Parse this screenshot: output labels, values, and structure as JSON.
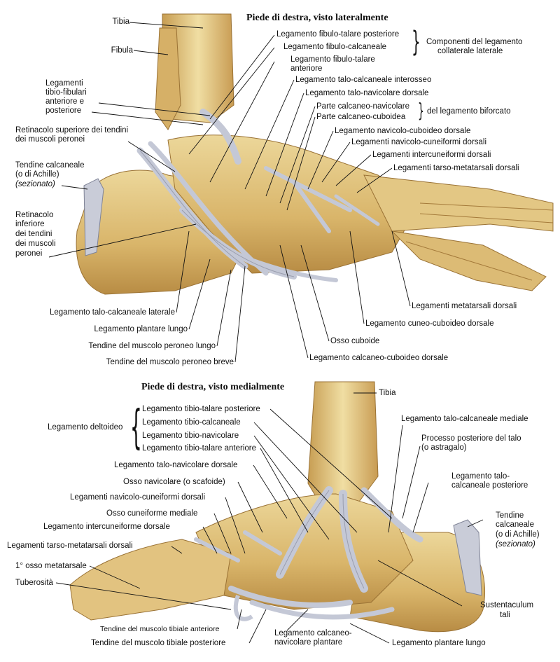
{
  "lateral": {
    "title": "Piede di destra, visto lateralmente",
    "labels": {
      "tibia": "Tibia",
      "fibula": "Fibula",
      "tibiofib_1": "Legamenti",
      "tibiofib_2": "tibio-fibulari",
      "tibiofib_3": "anteriore e",
      "tibiofib_4": "posteriore",
      "retsup_1": "Retinacolo superiore dei tendini",
      "retsup_2": "dei muscoli peronei",
      "achille_1": "Tendine calcaneale",
      "achille_2": "(o di Achille)",
      "achille_3": "(sezionato)",
      "retinf_1": "Retinacolo",
      "retinf_2": "inferiore",
      "retinf_3": "dei tendini",
      "retinf_4": "dei muscoli",
      "retinf_5": "peronei",
      "fibtal_post": "Legamento fibulo-talare posteriore",
      "fibcalc": "Legamento fibulo-calcaneale",
      "fibtal_ant_1": "Legamento fibulo-talare",
      "fibtal_ant_2": "anteriore",
      "comp_1": "Componenti del legamento",
      "comp_2": "collaterale laterale",
      "talocalc_int": "Legamento talo-calcaneale interosseo",
      "talonav_dors": "Legamento talo-navicolare dorsale",
      "calcnav": "Parte calcaneo-navicolare",
      "calccub": "Parte calcaneo-cuboidea",
      "biforcato": "del legamento biforcato",
      "navcub": "Legamento navicolo-cuboideo dorsale",
      "navcun": "Legamenti navicolo-cuneiformi dorsali",
      "intercun": "Legamenti intercuneiformi dorsali",
      "tarsomet": "Legamenti tarso-metatarsali dorsali",
      "metatars": "Legamenti metatarsali dorsali",
      "cuncub": "Legamento cuneo-cuboideo dorsale",
      "cuboide": "Osso cuboide",
      "calccub_dors": "Legamento calcaneo-cuboideo dorsale",
      "talocalc_lat": "Legamento talo-calcaneale laterale",
      "plantare_lungo": "Legamento plantare lungo",
      "peron_lungo": "Tendine del muscolo peroneo lungo",
      "peron_breve": "Tendine del muscolo peroneo breve"
    }
  },
  "medial": {
    "title": "Piede di destra, visto medialmente",
    "labels": {
      "tibia": "Tibia",
      "deltoideo": "Legamento deltoideo",
      "tibtal_post": "Legamento tibio-talare posteriore",
      "tibcalc": "Legamento tibio-calcaneale",
      "tibnav": "Legamento tibio-navicolare",
      "tibtal_ant": "Legamento tibio-talare anteriore",
      "talonav_dors": "Legamento talo-navicolare dorsale",
      "navicolare": "Osso navicolare (o scafoide)",
      "navcun": "Legamenti navicolo-cuneiformi dorsali",
      "cuneiforme": "Osso cuneiforme mediale",
      "intercun": "Legamento intercuneiforme dorsale",
      "tarsomet": "Legamenti tarso-metatarsali dorsali",
      "metatarsale1": "1° osso metatarsale",
      "tuberosita": "Tuberosità",
      "tib_ant": "Tendine del muscolo tibiale anteriore",
      "tib_post": "Tendine del muscolo tibiale posteriore",
      "calcnav_pl_1": "Legamento calcaneo-",
      "calcnav_pl_2": "navicolare plantare",
      "plantare_lungo": "Legamento plantare lungo",
      "sust_1": "Sustentaculum",
      "sust_2": "tali",
      "achille_1": "Tendine",
      "achille_2": "calcaneale",
      "achille_3": "(o di Achille)",
      "achille_4": "(sezionato)",
      "talocalc_post_1": "Legamento talo-",
      "talocalc_post_2": "calcaneale posteriore",
      "proc_post_1": "Processo posteriore del talo",
      "proc_post_2": "(o astragalo)",
      "talocalc_med": "Legamento talo-calcaneale mediale"
    }
  }
}
